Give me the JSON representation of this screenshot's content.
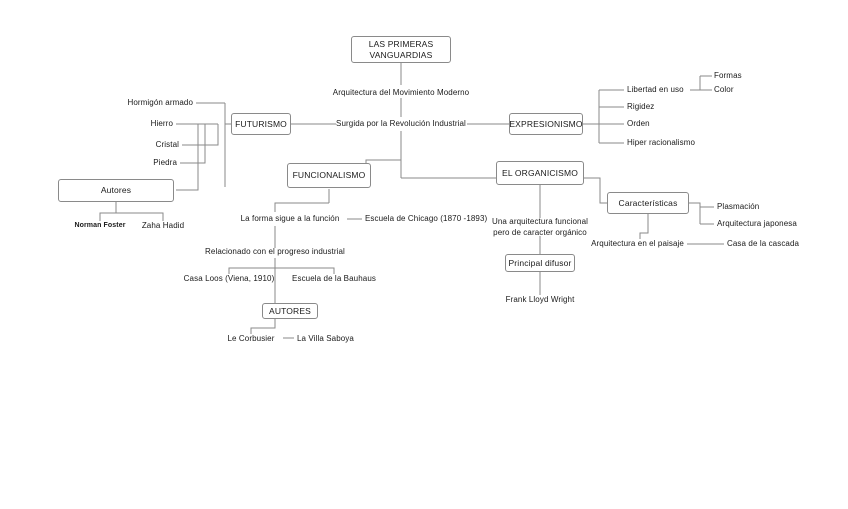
{
  "diagram": {
    "title": "LAS PRIMERAS VANGUARDIAS",
    "type": "concept-map",
    "language": "es",
    "colors": {
      "background": "#ffffff",
      "box_border": "#8a8a8a",
      "line": "#8a8a8a",
      "text": "#1a1a1a"
    }
  },
  "nodes": {
    "root": "LAS PRIMERAS\nVANGUARDIAS",
    "mov_moderno": "Arquitectura del Movimiento Moderno",
    "revolucion": "Surgida por la Revolución Industrial",
    "futurismo": "FUTURISMO",
    "expresionismo": "EXPRESIONISMO",
    "funcionalismo": "FUNCIONALISMO",
    "organicismo": "EL ORGANICISMO",
    "autores_foster": "Autores",
    "autores_corbusier": "AUTORES",
    "caracteristicas": "Características",
    "principal_difusor": "Principal difusor"
  },
  "futurismo_branch": {
    "items": [
      "Hormigón armado",
      "Hierro",
      "Cristal",
      "Piedra"
    ],
    "autores": [
      "Norman Foster",
      "Zaha Hadid"
    ]
  },
  "expresionismo_branch": {
    "items": [
      "Libertad en uso",
      "Rigidez",
      "Orden",
      "Hiper racionalismo"
    ],
    "libertad_sub": [
      "Formas",
      "Color"
    ]
  },
  "funcionalismo_branch": {
    "forma_funcion": "La forma sigue a la función",
    "escuela_chicago": "Escuela de Chicago (1870 -1893)",
    "progreso": "Relacionado con el progreso industrial",
    "casa_loos": "Casa Loos (Viena, 1910)",
    "bauhaus": "Escuela de la Bauhaus",
    "le_corbusier": "Le Corbusier",
    "villa_saboya": "La Villa Saboya"
  },
  "organicismo_branch": {
    "descripcion": "Una arquitectura funcional\npero de caracter orgánico",
    "frank_lloyd_wright": "Frank Lloyd Wright",
    "caracteristicas_items": [
      "Plasmación",
      "Arquitectura japonesa"
    ],
    "paisaje": "Arquitectura en el paisaje",
    "casa_cascada": "Casa de la cascada"
  }
}
